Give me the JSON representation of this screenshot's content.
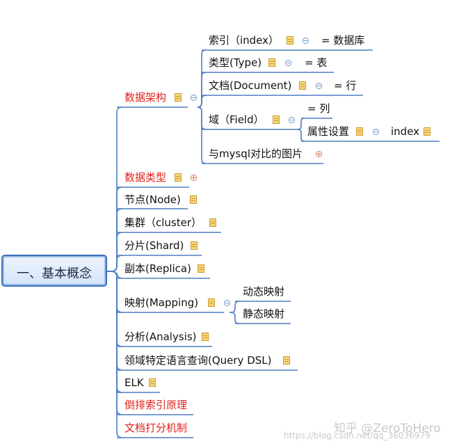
{
  "mindmap": {
    "root": "一、基本概念",
    "branches": {
      "data_arch": "数据架构",
      "data_types": "数据类型",
      "node": "节点(Node)",
      "cluster": "集群（cluster）",
      "shard": "分片(Shard)",
      "replica": "副本(Replica)",
      "mapping": "映射(Mapping)",
      "analysis": "分析(Analysis)",
      "query_dsl": "领域特定语言查询(Query DSL)",
      "elk": "ELK",
      "inverted_index": "倒排索引原理",
      "scoring": "文档打分机制"
    },
    "data_arch_children": {
      "index": "索引（index）",
      "index_eq": "= 数据库",
      "type": "类型(Type)",
      "type_eq": "= 表",
      "document": "文档(Document)",
      "document_eq": "= 行",
      "field": "域（Field）",
      "field_eq": "= 列",
      "field_attr": "属性设置",
      "field_attr_child": "index",
      "mysql_compare": "与mysql对比的图片"
    },
    "mapping_children": {
      "dynamic": "动态映射",
      "static": "静态映射"
    }
  },
  "watermark": {
    "main": "知乎 @ZeroToHero",
    "url": "https://blog.csdn.net/qq_36036979"
  },
  "colors": {
    "line": "#4f7fc4",
    "red_text": "#e0201a",
    "root_border": "#3a6fb8"
  }
}
